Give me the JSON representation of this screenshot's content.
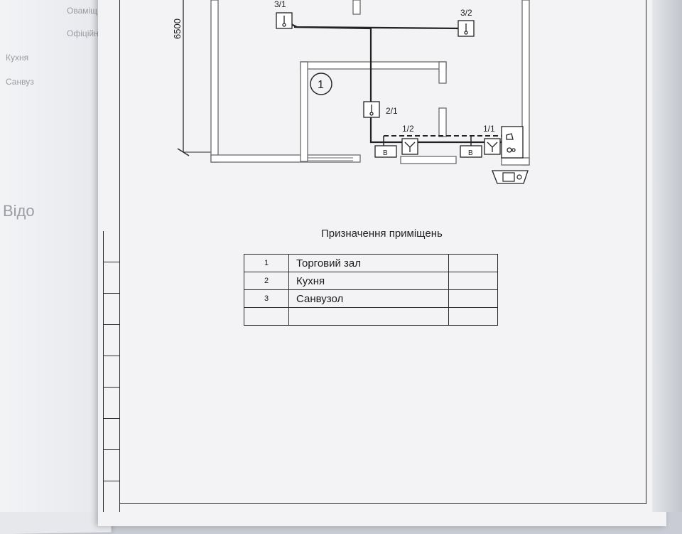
{
  "plan": {
    "dimension_label": "6500",
    "room_marker": "1",
    "fixture_labels": [
      "3/1",
      "3/2",
      "2/1",
      "1/2",
      "1/1"
    ],
    "heater_label": "В"
  },
  "caption": "Призначення приміщень",
  "rooms_table": {
    "rows": [
      {
        "num": "1",
        "name": "Торговий зал",
        "extra": ""
      },
      {
        "num": "2",
        "name": "Кухня",
        "extra": ""
      },
      {
        "num": "3",
        "name": "Санвузол",
        "extra": ""
      },
      {
        "num": "",
        "name": "",
        "extra": ""
      }
    ]
  },
  "background_page": {
    "heading": "Відо",
    "row_fragments": [
      "Оваміщ",
      "Офіційн",
      "Кухня",
      "Санвуз"
    ]
  },
  "colors": {
    "paper": "#f3f3f5",
    "ink": "#2a2a2a",
    "wall_fill": "#ffffff",
    "wall_stroke": "#6b6b6b"
  }
}
